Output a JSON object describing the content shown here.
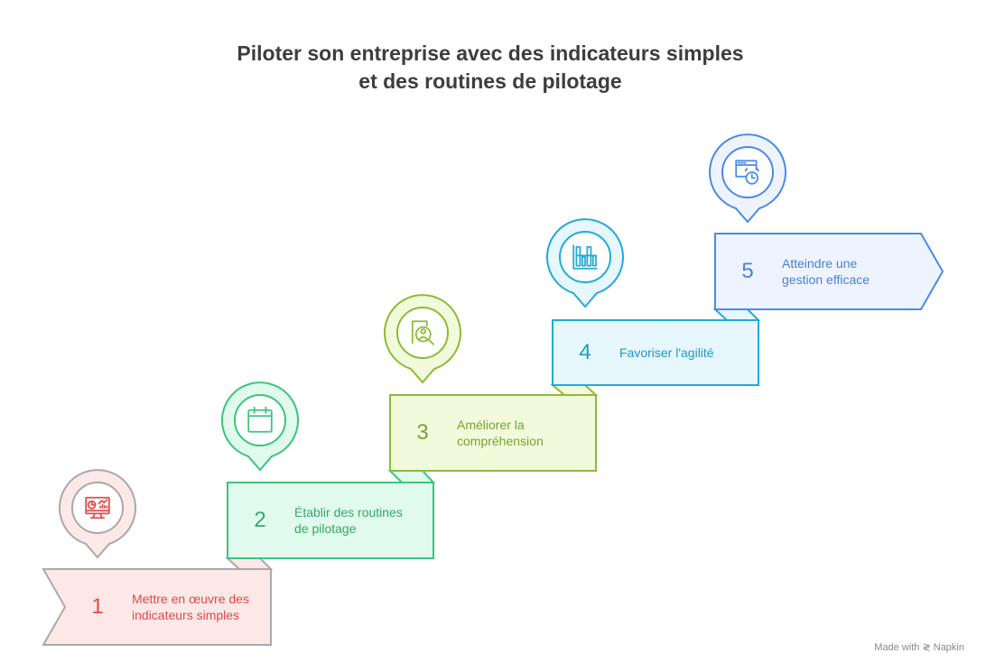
{
  "title": {
    "line1": "Piloter son entreprise avec des indicateurs simples",
    "line2": "et des routines de pilotage"
  },
  "steps": [
    {
      "number": "1",
      "label": "Mettre en œuvre des indicateurs simples",
      "icon": "monitor-dashboard-icon",
      "stroke": "#a9a9a9",
      "fill": "#fde8e8",
      "text": "#e04848",
      "iconColor": "#e24a4a"
    },
    {
      "number": "2",
      "label": "Établir des routines de pilotage",
      "icon": "calendar-icon",
      "stroke": "#3cc47c",
      "fill": "#e0fbee",
      "text": "#3aa46a",
      "iconColor": "#3cc47c"
    },
    {
      "number": "3",
      "label": "Améliorer la compréhension",
      "icon": "document-search-icon",
      "stroke": "#8dbb35",
      "fill": "#f2fadc",
      "text": "#7aa232",
      "iconColor": "#8dbb35"
    },
    {
      "number": "4",
      "label": "Favoriser l'agilité",
      "icon": "bar-chart-icon",
      "stroke": "#22aad8",
      "fill": "#e6f7fd",
      "text": "#2396c8",
      "iconColor": "#22aad8"
    },
    {
      "number": "5",
      "label": "Atteindre une gestion efficace",
      "icon": "window-clock-icon",
      "stroke": "#4a8ae8",
      "fill": "#eef4ff",
      "text": "#4a7fd8",
      "iconColor": "#4a8ae8"
    }
  ],
  "footer": "Made with ≷ Napkin"
}
